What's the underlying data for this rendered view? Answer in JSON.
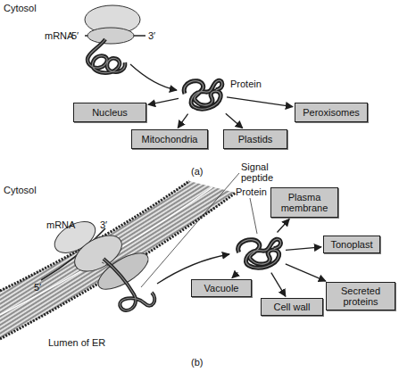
{
  "diagram": {
    "nodes": [
      {
        "text": [
          "Protein"
        ]
      },
      {
        "text": [
          "Nucleus"
        ]
      },
      {
        "text": [
          "Peroxisomes"
        ]
      },
      {
        "text": [
          "Mitochondria"
        ]
      },
      {
        "text": [
          "Plastids"
        ]
      },
      {
        "text": [
          "Plasma membrane"
        ]
      },
      {
        "text": [
          "Protein"
        ]
      },
      {
        "text": [
          "Tonoplast"
        ]
      },
      {
        "text": [
          "Secreted proteins"
        ]
      },
      {
        "text": [
          "Vacuole"
        ]
      },
      {
        "text": [
          "Cell wall"
        ]
      }
    ],
    "edges": [
      {
        "from": 0,
        "to": 1,
        "arrow": "to"
      },
      {
        "from": 0,
        "to": 2,
        "arrow": "to"
      },
      {
        "from": 0,
        "to": 3,
        "arrow": "to"
      },
      {
        "from": 0,
        "to": 4,
        "arrow": "to"
      },
      {
        "from": 6,
        "to": 5,
        "arrow": "to"
      },
      {
        "from": 6,
        "to": 7,
        "arrow": "to"
      },
      {
        "from": 6,
        "to": 8,
        "arrow": "to"
      },
      {
        "from": 6,
        "to": 9,
        "arrow": "to"
      },
      {
        "from": 6,
        "to": 10,
        "arrow": "to"
      }
    ],
    "labels": [
      "Cytosol",
      "mRNA",
      "5′",
      "3′",
      "(a)",
      "Cytosol",
      "Signal peptide",
      "3′",
      "mRNA",
      "5′",
      "Lumen of ER",
      "(b)"
    ]
  }
}
